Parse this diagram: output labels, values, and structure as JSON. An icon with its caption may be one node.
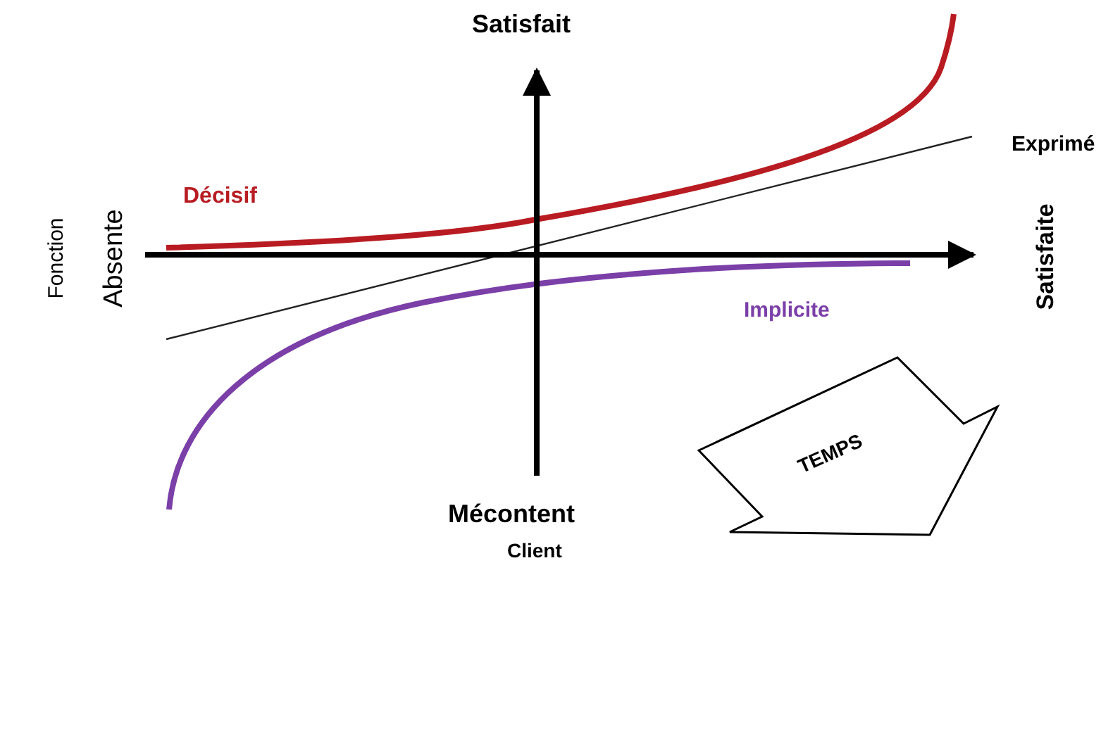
{
  "diagram": {
    "nodes": [
      {
        "text": [
          "TEMPS"
        ]
      }
    ],
    "labels": [
      "Satisfait",
      "Exprimé",
      "Décisif",
      "Fonction",
      "Absente",
      "Satisfaite",
      "Implicite",
      "Mécontent",
      "Client"
    ]
  }
}
